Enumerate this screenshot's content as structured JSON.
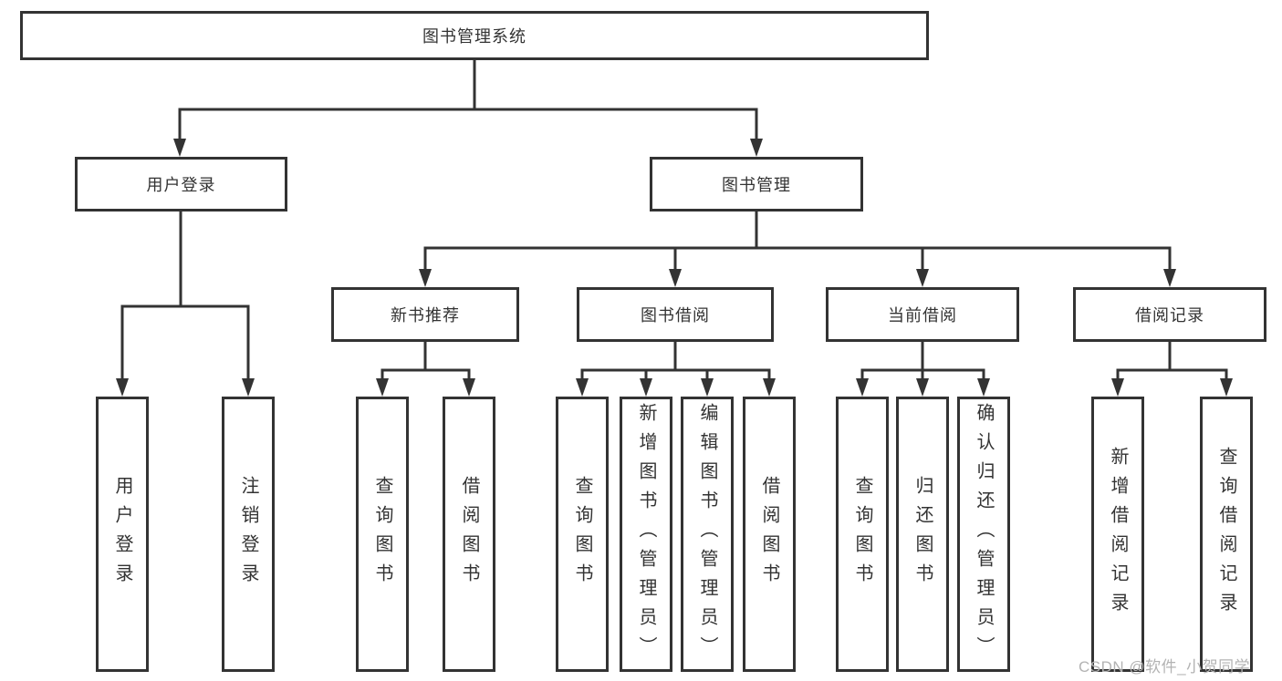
{
  "diagram": {
    "root": "图书管理系统",
    "branches": [
      {
        "label": "用户登录",
        "children": [
          "用户登录",
          "注销登录"
        ]
      },
      {
        "label": "图书管理",
        "sections": [
          {
            "label": "新书推荐",
            "children": [
              "查询图书",
              "借阅图书"
            ]
          },
          {
            "label": "图书借阅",
            "children": [
              "查询图书",
              "新增图书（管理员）",
              "编辑图书（管理员）",
              "借阅图书"
            ]
          },
          {
            "label": "当前借阅",
            "children": [
              "查询图书",
              "归还图书",
              "确认归还（管理员）"
            ]
          },
          {
            "label": "借阅记录",
            "children": [
              "新增借阅记录",
              "查询借阅记录"
            ]
          }
        ]
      }
    ]
  },
  "watermark": "CSDN @软件_小贺同学",
  "colors": {
    "line": "#333333",
    "text": "#333333",
    "box_background": "#ffffff",
    "page_background": "#ffffff",
    "watermark": "#b3b3b3"
  }
}
